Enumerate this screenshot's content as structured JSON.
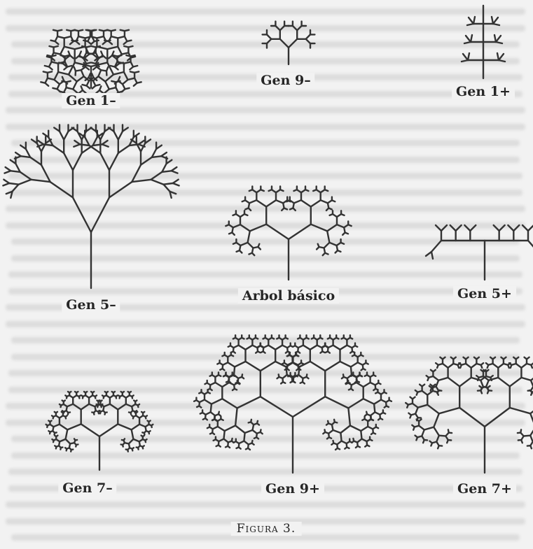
{
  "figure": {
    "caption": "Figura 3.",
    "trees": [
      {
        "id": "gen1minus",
        "label": "Gen 1–"
      },
      {
        "id": "gen9minus",
        "label": "Gen 9–"
      },
      {
        "id": "gen1plus",
        "label": "Gen 1+"
      },
      {
        "id": "gen5minus",
        "label": "Gen 5–"
      },
      {
        "id": "arbol",
        "label": "Arbol básico"
      },
      {
        "id": "gen5plus",
        "label": "Gen 5+"
      },
      {
        "id": "gen7minus",
        "label": "Gen 7–"
      },
      {
        "id": "gen9plus",
        "label": "Gen 9+"
      },
      {
        "id": "gen7plus",
        "label": "Gen 7+"
      }
    ]
  },
  "colors": {
    "page_background": "#f2f2f2",
    "ink": "#333333",
    "background_text": "#b4b4b4"
  }
}
